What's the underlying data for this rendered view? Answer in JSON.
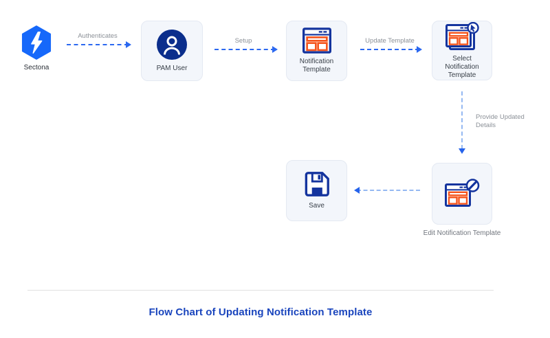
{
  "colors": {
    "brand-blue": "#1668fa",
    "icon-navy": "#14349e",
    "icon-orange": "#f5541c",
    "arrow-blue": "#2b68f0",
    "arrow-light-blue": "#94b8f2",
    "box-background": "#f3f6fb",
    "box-border": "#e4e9f2",
    "title-blue": "#1a45bd"
  },
  "nodes": {
    "sectona": {
      "label": "Sectona",
      "icon": "sectona-lightning-hexagon-icon"
    },
    "pam_user": {
      "label": "PAM User",
      "icon": "user-circle-icon"
    },
    "notification_template": {
      "label": "Notification Template",
      "icon": "template-window-icon"
    },
    "select_notification_template": {
      "label": "Select Notification Template",
      "icon": "template-window-cursor-icon"
    },
    "edit_notification_template": {
      "label": "Edit Notification Template",
      "icon": "template-window-pencil-icon"
    },
    "save": {
      "label": "Save",
      "icon": "floppy-disk-icon"
    }
  },
  "arrows": {
    "authenticates": {
      "label": "Authenticates"
    },
    "setup": {
      "label": "Setup"
    },
    "update_template": {
      "label": "Update Template"
    },
    "provide_updated_details": {
      "label": "Provide Updated Details"
    }
  },
  "footer": {
    "title": "Flow Chart of Updating Notification Template"
  }
}
